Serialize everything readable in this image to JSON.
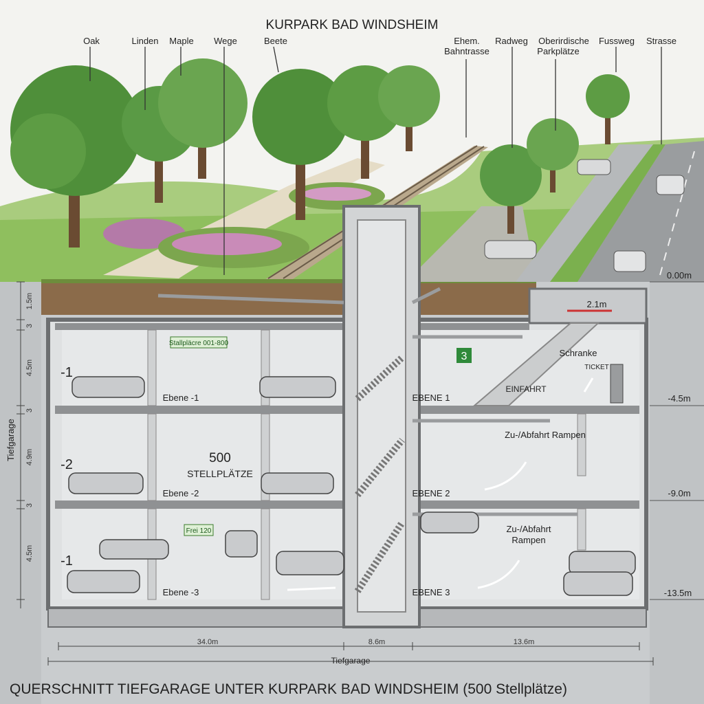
{
  "title": "KURPARK BAD WINDSHEIM",
  "caption": "QUERSCHNITT TIEFGARAGE UNTER KURPARK BAD WINDSHEIM (500 Stellplätze)",
  "top_labels": {
    "oak": "Oak",
    "linden": "Linden",
    "maple": "Maple",
    "wege": "Wege",
    "beete": "Beete",
    "bahntrasse_1": "Ehem.",
    "bahntrasse_2": "Bahntrasse",
    "radweg": "Radweg",
    "parkplaetze_1": "Oberirdische",
    "parkplaetze_2": "Parkplätze",
    "fussweg": "Fussweg",
    "strasse": "Strasse"
  },
  "levels_right": {
    "ground": "0.00m",
    "l1": "-4.5m",
    "l2": "-9.0m",
    "l3": "-13.5m"
  },
  "left_dims": {
    "d1": "1.5m",
    "d2": "3",
    "d3": "4.5m",
    "d4": "3",
    "d5": "4.9m",
    "d6": "3",
    "d7": "4.5m",
    "side": "Tiefgarage"
  },
  "left_levels": {
    "a": "-1",
    "b": "-2",
    "c": "-1"
  },
  "floor_names": {
    "left_1": "Ebene -1",
    "left_2": "Ebene -2",
    "left_3": "Ebene -3",
    "right_1": "EBENE 1",
    "right_2": "EBENE 2",
    "right_3": "EBENE 3"
  },
  "signs": {
    "stellplaetze": "Stallpläcre 001-800",
    "frei": "Frei 120",
    "num3": "3"
  },
  "center_text": {
    "count": "500",
    "label": "STELLPLÄTZE"
  },
  "ramp_labels": {
    "schranke": "Schranke",
    "ticket": "TICKET",
    "einfahrt": "EINFAHRT",
    "width": "2.1m",
    "rampen_2": "Zu-/Abfahrt Rampen",
    "rampen_3a": "Zu-/Abfahrt",
    "rampen_3b": "Rampen"
  },
  "bottom_dims": {
    "left": "34.0m",
    "mid": "8.6m",
    "right": "13.6m",
    "total": "Tiefgarage"
  },
  "colors": {
    "sky": "#f3f3f0",
    "grass": "#8fbf5e",
    "soil": "#8b6b4a",
    "concrete": "#d8dadb",
    "wall": "#9a9c9e",
    "tree": "#4f8f3a"
  }
}
